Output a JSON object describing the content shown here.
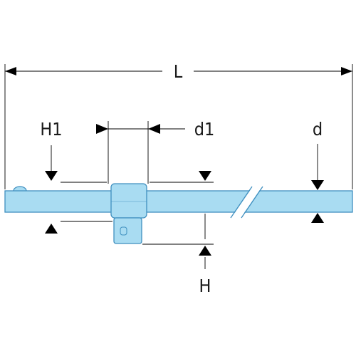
{
  "diagram": {
    "labels": {
      "L": "L",
      "H1": "H1",
      "d1": "d1",
      "d": "d",
      "H": "H"
    },
    "colors": {
      "fill": "#a9dcf2",
      "outline": "#3f8fbf",
      "dimension_lines": "#000000",
      "label_text": "#1a1a1a"
    },
    "break_symbol": "double-slash-break"
  }
}
